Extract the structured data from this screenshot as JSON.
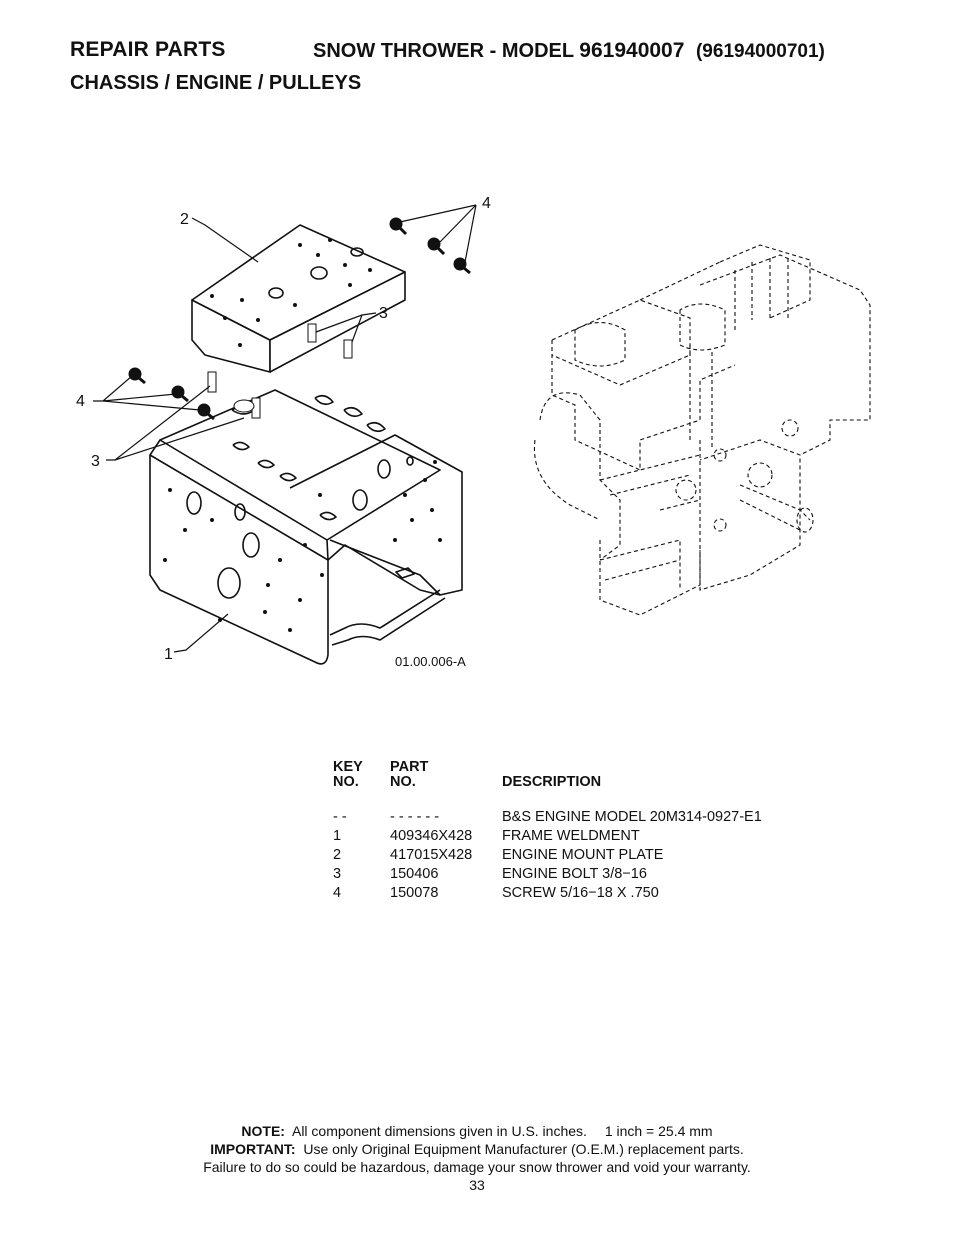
{
  "header": {
    "section": "REPAIR PARTS",
    "product_prefix": "SNOW THROWER - MODEL",
    "model": "961940007",
    "model_alt": "(96194000701)",
    "subtitle": "CHASSIS / ENGINE / PULLEYS"
  },
  "diagram": {
    "figure_code": "01.00.006-A",
    "callouts": [
      "1",
      "2",
      "3",
      "3",
      "4",
      "4"
    ]
  },
  "parts_table": {
    "headers": {
      "key": [
        "KEY",
        "NO."
      ],
      "part": [
        "PART",
        "NO."
      ],
      "description": "DESCRIPTION"
    },
    "rows": [
      {
        "key": "- -",
        "part": "- - - - - -",
        "description": "B&S ENGINE MODEL 20M314-0927-E1"
      },
      {
        "key": "1",
        "part": "409346X428",
        "description": "FRAME WELDMENT"
      },
      {
        "key": "2",
        "part": "417015X428",
        "description": "ENGINE MOUNT PLATE"
      },
      {
        "key": "3",
        "part": "150406",
        "description": "ENGINE BOLT 3/8−16"
      },
      {
        "key": "4",
        "part": "150078",
        "description": "SCREW 5/16−18 X .750"
      }
    ]
  },
  "footer": {
    "note_label": "NOTE:",
    "note_text": "All component dimensions given in U.S. inches.",
    "note_conversion": "1 inch = 25.4 mm",
    "important_label": "IMPORTANT:",
    "important_text": "Use only Original Equipment Manufacturer (O.E.M.) replacement parts.",
    "warning": "Failure to do so could be hazardous, damage your snow thrower and void your warranty.",
    "page_number": "33"
  }
}
